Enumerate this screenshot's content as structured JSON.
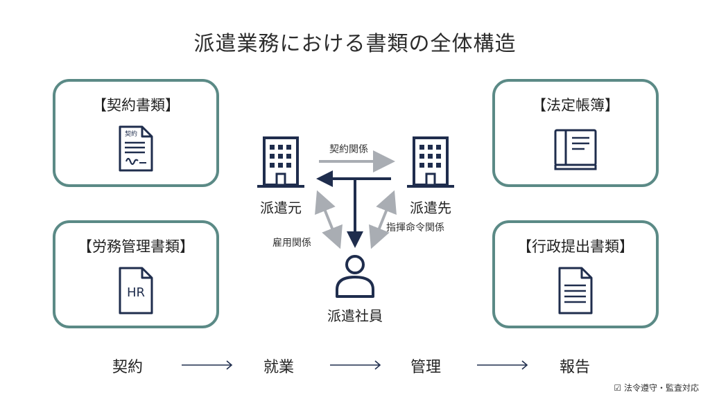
{
  "title": "派遣業務における書類の全体構造",
  "cards": {
    "contract": {
      "title": "【契約書類】",
      "doc_label": "契約"
    },
    "labor": {
      "title": "【労務管理書類】",
      "doc_label": "HR"
    },
    "legal": {
      "title": "【法定帳簿】"
    },
    "admin": {
      "title": "【行政提出書類】"
    }
  },
  "nodes": {
    "dispatch_origin": "派遣元",
    "dispatch_dest": "派遣先",
    "worker": "派遣社員"
  },
  "edges": {
    "contract": "契約関係",
    "employment": "雇用関係",
    "command": "指揮命令関係"
  },
  "flow": {
    "steps": [
      "契約",
      "就業",
      "管理",
      "報告"
    ]
  },
  "footer": "☑ 法令遵守・監査対応",
  "colors": {
    "card_border": "#5b8a86",
    "navy": "#1f2d4d",
    "gray_arrow": "#a9adb3"
  }
}
